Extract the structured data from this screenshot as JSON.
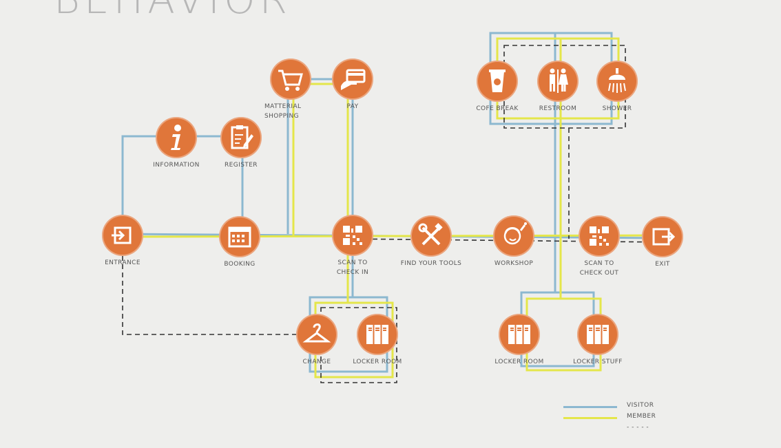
{
  "title": "BEHAVIOR",
  "colors": {
    "node": "#e0763a",
    "visitor": "#8cb8d0",
    "member": "#e4e64a",
    "dashed": "#333333",
    "background": "#eeeeec"
  },
  "nodes": {
    "entrance": {
      "label": "ENTRANCE",
      "icon": "enter-icon"
    },
    "information": {
      "label": "INFORMATION",
      "icon": "info-icon"
    },
    "register": {
      "label": "REGISTER",
      "icon": "clipboard-icon"
    },
    "booking": {
      "label": "BOOKING",
      "icon": "calendar-icon"
    },
    "shopping": {
      "label": "MATTERIAL\nSHOPPING",
      "icon": "cart-icon"
    },
    "pay": {
      "label": "PAY",
      "icon": "credit-card-icon"
    },
    "scan_in": {
      "label": "SCAN TO\nCHECK IN",
      "icon": "qr-code-icon"
    },
    "tools": {
      "label": "FIND YOUR TOOLS",
      "icon": "tools-icon"
    },
    "workshop": {
      "label": "WORKSHOP",
      "icon": "worker-icon"
    },
    "scan_out": {
      "label": "SCAN TO\nCHECK OUT",
      "icon": "qr-code-icon"
    },
    "exit": {
      "label": "EXIT",
      "icon": "exit-icon"
    },
    "coffee": {
      "label": "COFE BREAK",
      "icon": "coffee-cup-icon"
    },
    "restroom": {
      "label": "RESTROOM",
      "icon": "restroom-icon"
    },
    "shower": {
      "label": "SHOWER",
      "icon": "shower-icon"
    },
    "change": {
      "label": "CHANGE",
      "icon": "hanger-icon"
    },
    "locker_room_1": {
      "label": "LOCKER ROOM",
      "icon": "locker-icon"
    },
    "locker_room_2": {
      "label": "LOCKER ROOM",
      "icon": "locker-icon"
    },
    "locker_stuff": {
      "label": "LOCKER STUFF",
      "icon": "locker-icon"
    }
  },
  "legend": {
    "visitor": "VISITOR",
    "member": "MEMBER",
    "dashed": "- - - - -"
  }
}
